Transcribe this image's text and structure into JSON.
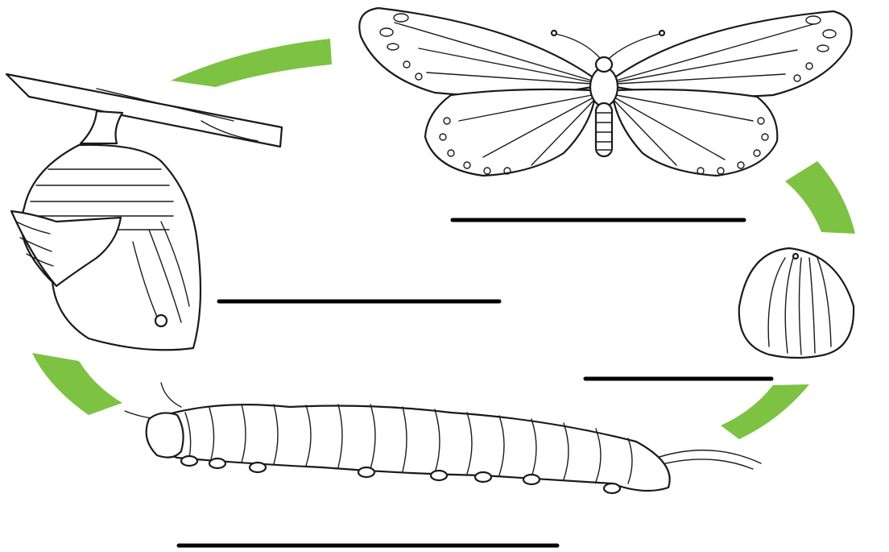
{
  "diagram": {
    "type": "life-cycle",
    "stages": [
      {
        "id": "adult",
        "icon": "butterfly-icon",
        "answer_blank": true
      },
      {
        "id": "egg",
        "icon": "egg-icon",
        "answer_blank": true
      },
      {
        "id": "larva",
        "icon": "caterpillar-icon",
        "answer_blank": true
      },
      {
        "id": "pupa",
        "icon": "chrysalis-icon",
        "answer_blank": true
      }
    ],
    "arrow_color": "#7dc242",
    "line_color": "#1a1a1a",
    "blank_color": "#000000"
  }
}
